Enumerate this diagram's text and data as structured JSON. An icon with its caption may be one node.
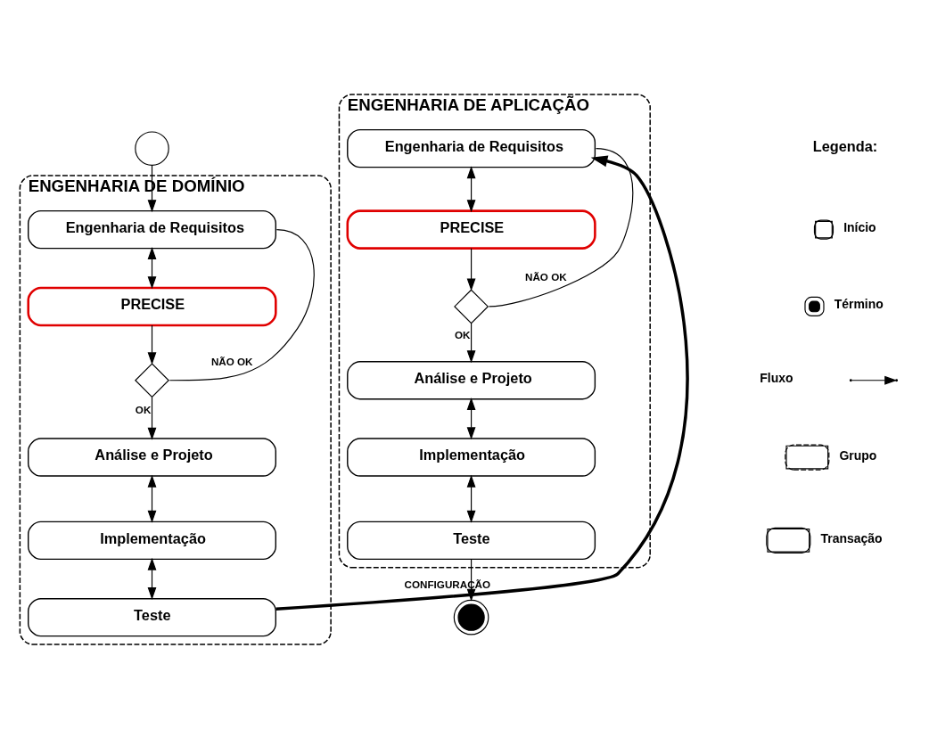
{
  "diagram": {
    "nodes": [
      {
        "text": [],
        "shape": "circle"
      },
      {
        "text": [
          "ENGENHARIA DE DOMÍNIO"
        ]
      },
      {
        "text": [
          "Engenharia de Requisitos"
        ],
        "in": 1
      },
      {
        "text": [
          "PRECISE"
        ],
        "in": 1
      },
      {
        "text": [],
        "shape": "diamond",
        "in": 1
      },
      {
        "text": [
          "Análise e Projeto"
        ],
        "in": 1
      },
      {
        "text": [
          "Implementação"
        ],
        "in": 1
      },
      {
        "text": [
          "Teste"
        ],
        "in": 1
      },
      {
        "text": [
          "ENGENHARIA DE APLICAÇÃO"
        ]
      },
      {
        "text": [
          "Engenharia de Requisitos"
        ],
        "in": 8
      },
      {
        "text": [
          "PRECISE"
        ],
        "in": 8
      },
      {
        "text": [],
        "shape": "diamond",
        "in": 8
      },
      {
        "text": [
          "Análise e Projeto"
        ],
        "in": 8
      },
      {
        "text": [
          "Implementação"
        ],
        "in": 8
      },
      {
        "text": [
          "Teste"
        ],
        "in": 8
      },
      {
        "text": [],
        "shape": "bullseye"
      }
    ],
    "edges": [
      {
        "from": 0,
        "to": 2,
        "arrow": "to"
      },
      {
        "from": 2,
        "to": 3,
        "arrow": "both"
      },
      {
        "from": 3,
        "to": 4,
        "arrow": "to"
      },
      {
        "from": 4,
        "to": 5,
        "arrow": "to",
        "label": "OK"
      },
      {
        "from": 4,
        "to": 2,
        "arrow": "none",
        "label": "NÃO OK"
      },
      {
        "from": 5,
        "to": 6,
        "arrow": "both"
      },
      {
        "from": 6,
        "to": 7,
        "arrow": "both"
      },
      {
        "from": 7,
        "to": 9,
        "arrow": "to",
        "label": "CONFIGURAÇÃO",
        "style": "thick"
      },
      {
        "from": 9,
        "to": 10,
        "arrow": "both"
      },
      {
        "from": 10,
        "to": 11,
        "arrow": "to"
      },
      {
        "from": 11,
        "to": 12,
        "arrow": "to",
        "label": "OK"
      },
      {
        "from": 11,
        "to": 9,
        "arrow": "none",
        "label": "NÃO OK"
      },
      {
        "from": 12,
        "to": 13,
        "arrow": "both"
      },
      {
        "from": 13,
        "to": 14,
        "arrow": "both"
      },
      {
        "from": 14,
        "to": 15,
        "arrow": "to"
      }
    ],
    "labels": [
      "Legenda:"
    ],
    "legend": [
      {
        "text": "Início"
      },
      {
        "text": "Término"
      },
      {
        "text": "Fluxo"
      },
      {
        "text": "Grupo"
      },
      {
        "text": "Transação"
      }
    ]
  }
}
